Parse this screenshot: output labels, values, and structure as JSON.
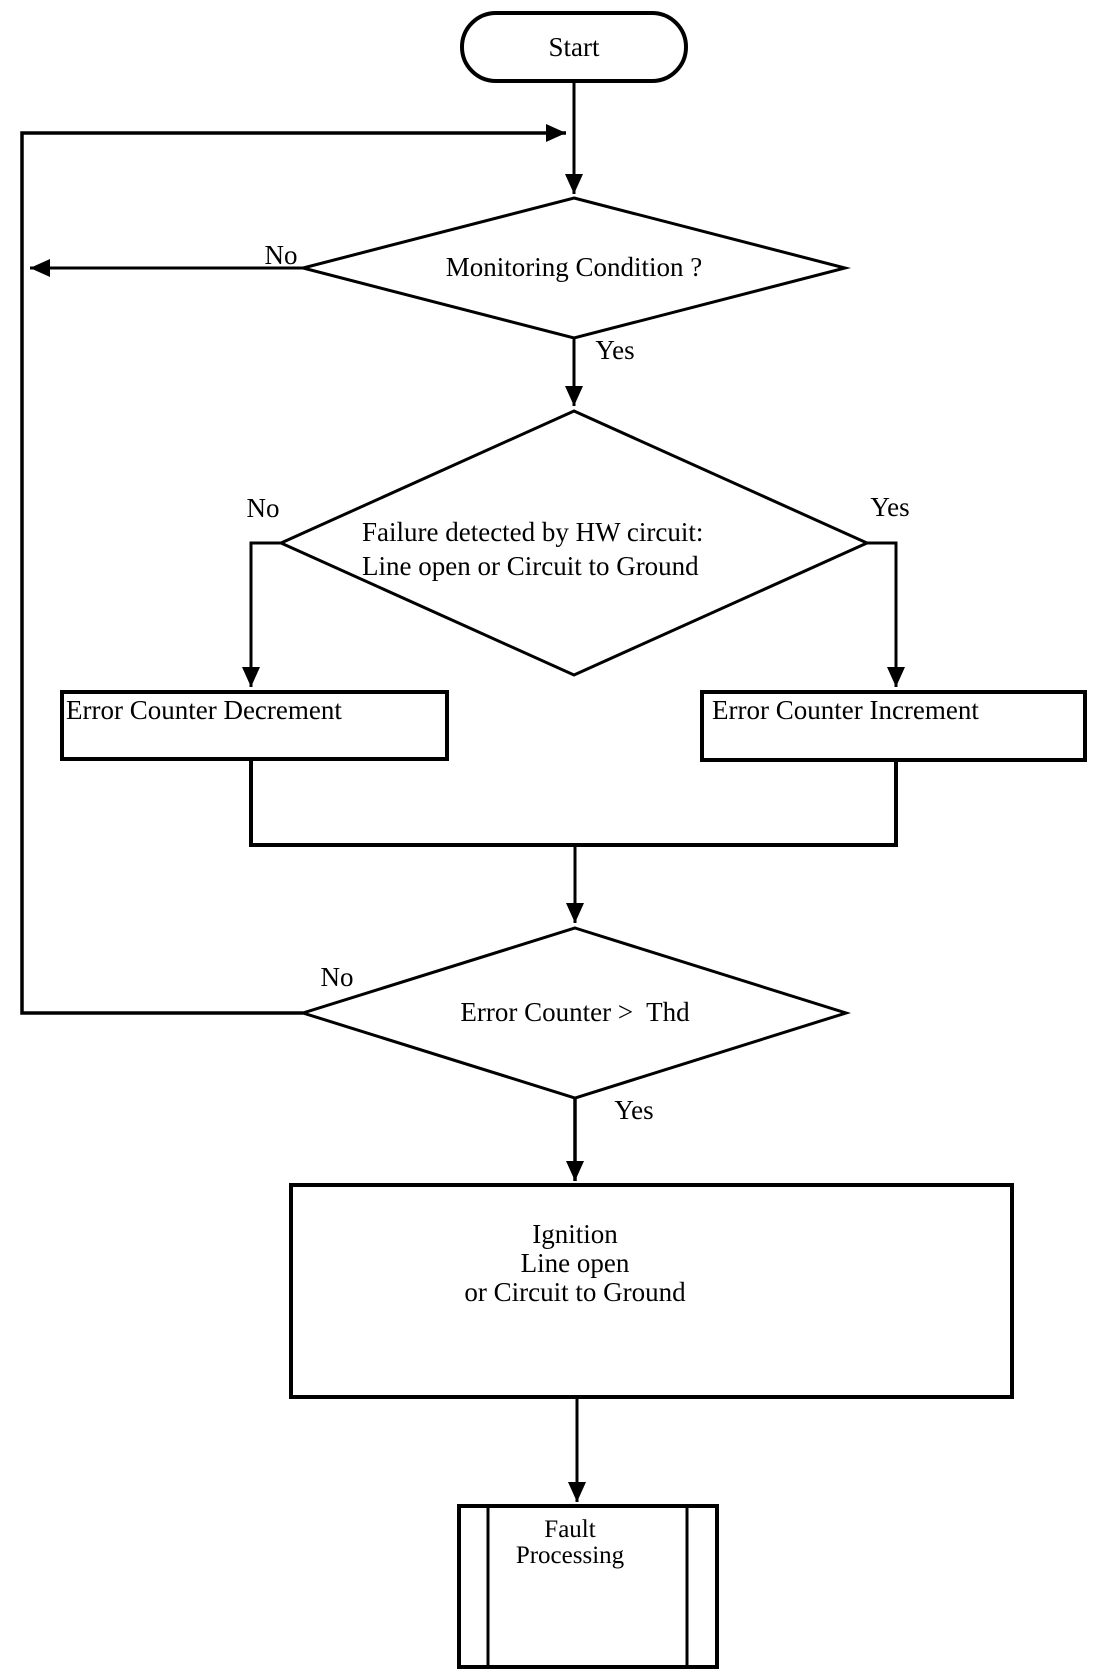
{
  "diagram": {
    "background": "#ffffff",
    "stroke_color": "#000000",
    "text_color": "#000000",
    "nodes": {
      "start": {
        "type": "terminator",
        "label": "Start"
      },
      "monitoring_condition": {
        "type": "decision",
        "label": "Monitoring Condition ?"
      },
      "failure_detected": {
        "type": "decision",
        "lines": [
          "Failure detected by HW circuit:",
          "Line open or Circuit to Ground"
        ]
      },
      "error_counter_decrement": {
        "type": "process",
        "label": "Error Counter Decrement"
      },
      "error_counter_increment": {
        "type": "process",
        "label": "Error Counter Increment"
      },
      "error_counter_threshold": {
        "type": "decision",
        "label": "Error Counter >  Thd"
      },
      "ignition": {
        "type": "process",
        "lines": [
          "Ignition",
          "Line open",
          "or Circuit to Ground"
        ]
      },
      "fault_processing": {
        "type": "predefined_process",
        "lines": [
          "Fault",
          "Processing"
        ]
      }
    },
    "edge_labels": {
      "monitoring_no": "No",
      "monitoring_yes": "Yes",
      "failure_no": "No",
      "failure_yes": "Yes",
      "threshold_no": "No",
      "threshold_yes": "Yes"
    }
  }
}
